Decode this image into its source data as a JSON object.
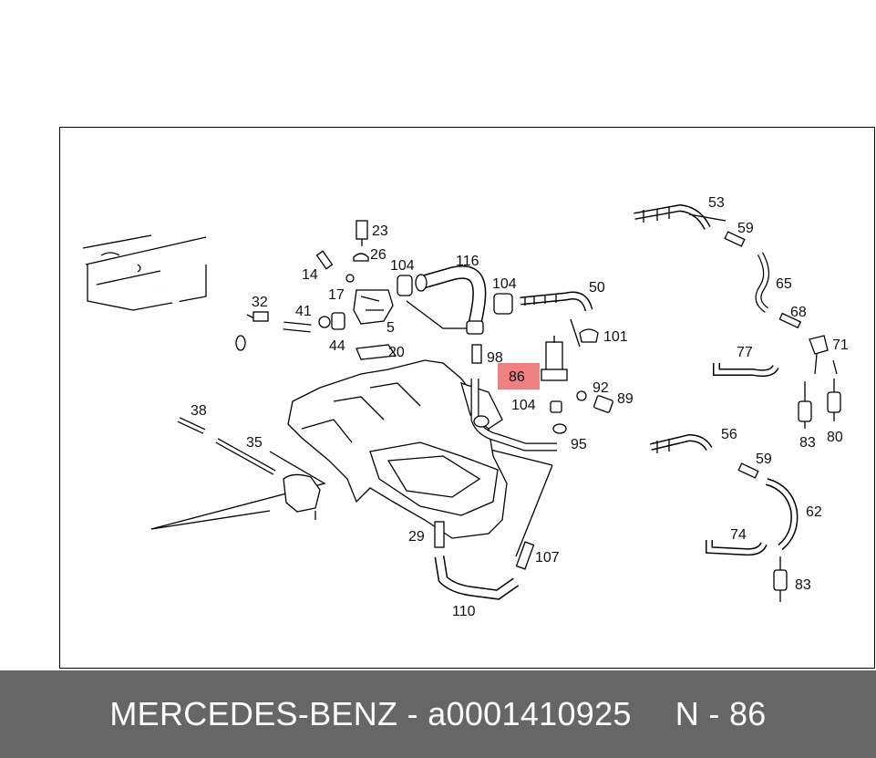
{
  "footer": {
    "caption": "MERCEDES-BENZ - a0001410925",
    "position": "N - 86"
  },
  "highlight": {
    "label": "86",
    "color": "#f08080"
  },
  "diagram": {
    "labels": {
      "l23": "23",
      "l26": "26",
      "l14": "14",
      "l17": "17",
      "l104a": "104",
      "l116": "116",
      "l104b": "104",
      "l50": "50",
      "l32": "32",
      "l41": "41",
      "l5": "5",
      "l44": "44",
      "l20": "20",
      "l98": "98",
      "l101": "101",
      "l92": "92",
      "l89": "89",
      "l104c": "104",
      "l95": "95",
      "l38": "38",
      "l35": "35",
      "l29": "29",
      "l107": "107",
      "l110": "110",
      "l53": "53",
      "l59a": "59",
      "l65": "65",
      "l68": "68",
      "l71": "71",
      "l77": "77",
      "l83a": "83",
      "l80": "80",
      "l56": "56",
      "l59b": "59",
      "l62": "62",
      "l74": "74",
      "l83b": "83"
    }
  }
}
